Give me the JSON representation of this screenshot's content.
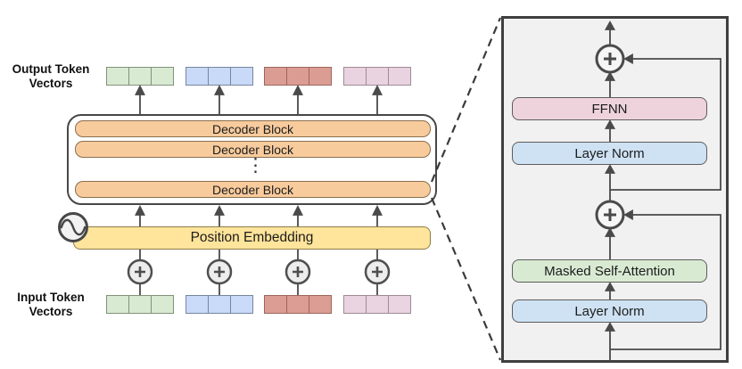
{
  "diagram": {
    "output_tokens_label": "Output Token Vectors",
    "input_tokens_label": "Input Token Vectors",
    "decoder_blocks": [
      "Decoder Block",
      "Decoder Block",
      "Decoder Block"
    ],
    "stack_ellipsis": "⋮",
    "position_embedding_label": "Position Embedding",
    "token_vector_count": 4,
    "cells_per_vector": 3
  },
  "panel": {
    "ffnn_label": "FFNN",
    "layer_norm_top_label": "Layer Norm",
    "masked_self_attention_label": "Masked Self-Attention",
    "layer_norm_bottom_label": "Layer Norm"
  },
  "icons": {
    "position_signal": "sine-wave-icon",
    "residual_add": "plus-circle-icon"
  },
  "colors": {
    "token_green_fill": "#d9ead3",
    "token_green_border": "#81927a",
    "token_blue_fill": "#c9daf8",
    "token_blue_border": "#76869f",
    "token_red_fill": "#db9d93",
    "token_red_border": "#9c665c",
    "token_pink_fill": "#ead3e0",
    "token_pink_border": "#9f8a96",
    "decoder_fill": "#f8cb9d",
    "decoder_border": "#8a6f4e",
    "posemb_fill": "#ffe49b",
    "posemb_border": "#8c7d4a",
    "ffnn_fill": "#eed3dd",
    "layernorm_fill": "#cfe2f3",
    "msa_fill": "#d9ead3",
    "panel_bg": "#f1f1f1",
    "panel_border": "#3f3f3f",
    "box_border": "#5c5c5c",
    "container_border": "#474747",
    "line": "#4a4a4a",
    "guide": "#3a3a3a"
  }
}
